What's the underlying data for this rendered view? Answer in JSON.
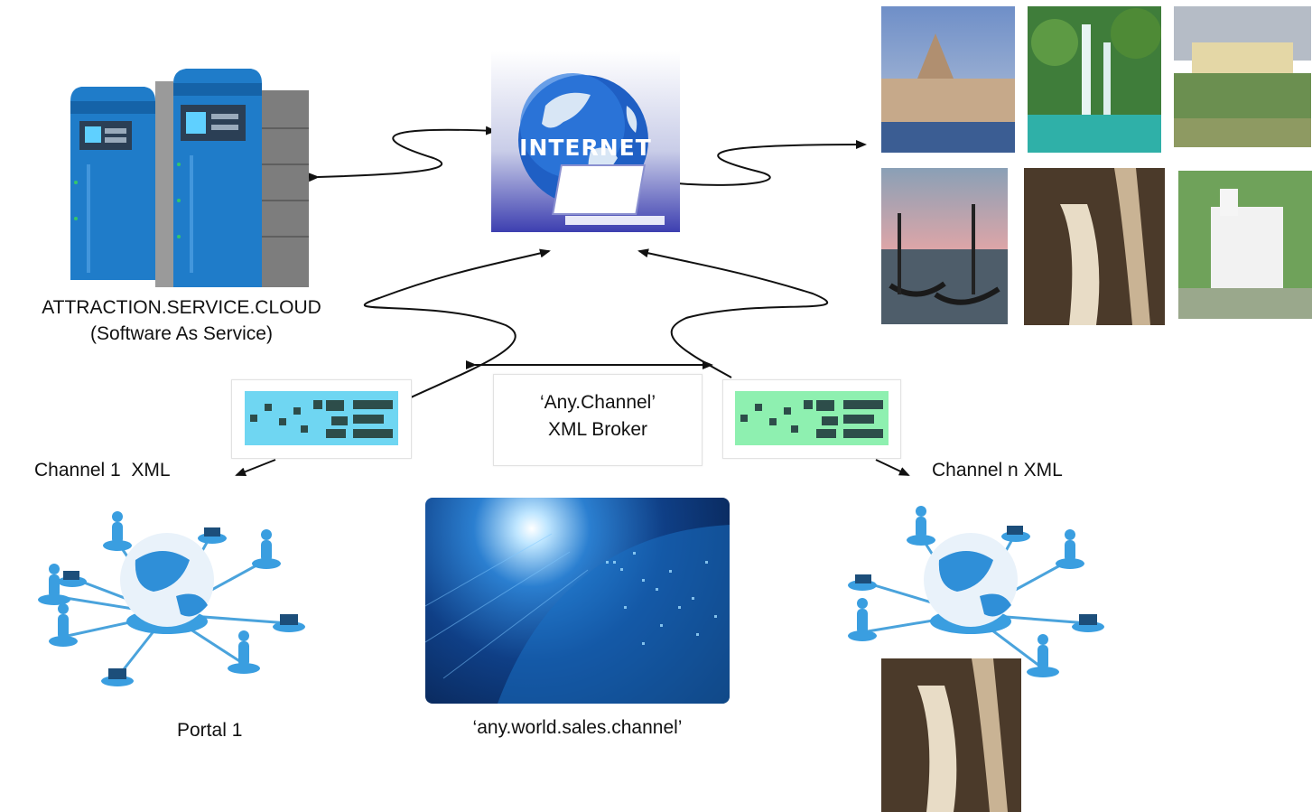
{
  "cloud": {
    "title": "ATTRACTION.SERVICE.CLOUD",
    "subtitle": "(Software As Service)"
  },
  "internet": {
    "label": "INTERNET"
  },
  "broker": {
    "line1": "‘Any.Channel’",
    "line2": "XML Broker"
  },
  "channels": {
    "channel_1": "Channel 1  XML",
    "channel_n": "Channel n XML"
  },
  "portal": {
    "label": "Portal 1"
  },
  "sales": {
    "label": "‘any.world.sales.channel’"
  },
  "colors": {
    "server_blue": "#1e78c8",
    "server_grey": "#8a8a8a",
    "globe_blue": "#2f8fd8",
    "xml_cyan": "#6fd6f2",
    "xml_green": "#8ef0b0",
    "xml_dark": "#2d4d4a",
    "wire": "#111111"
  },
  "icons": {
    "server": "server-rack-icon",
    "internet": "internet-globe-laptop-icon",
    "network": "globe-network-people-icon",
    "xml": "xml-barcode-icon"
  }
}
